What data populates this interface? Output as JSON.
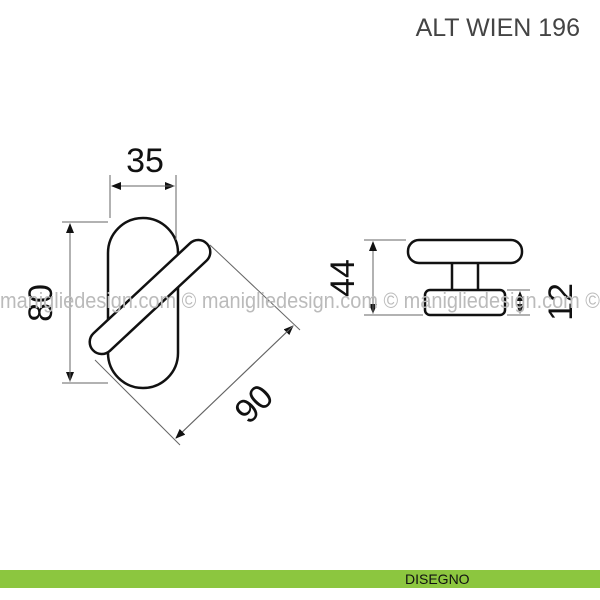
{
  "title": "ALT WIEN 196",
  "dimensions": {
    "width": "35",
    "height": "80",
    "lever_length": "90",
    "side_height": "44",
    "base_height": "12"
  },
  "watermark": "maniglie​design.com © maniglie​design.com © maniglie​design.com ©",
  "footer": {
    "label": "DISEGNO",
    "color": "#8cc63f"
  }
}
